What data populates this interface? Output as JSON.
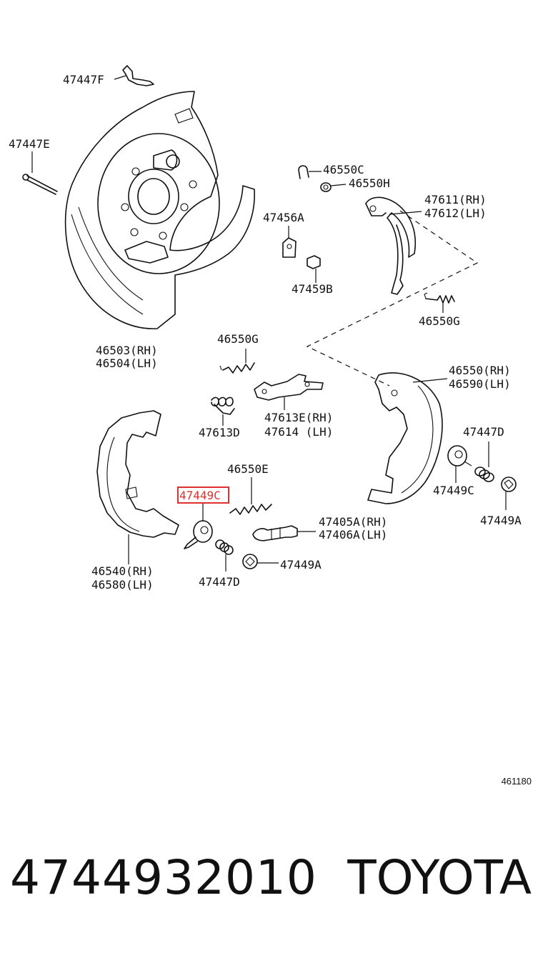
{
  "diagram": {
    "code": "461180",
    "highlight_color": "#e03030",
    "labels": {
      "l47447F": "47447F",
      "l47447E": "47447E",
      "l46503": "46503(RH)",
      "l46504": "46504(LH)",
      "l46550C": "46550C",
      "l46550H": "46550H",
      "l47456A": "47456A",
      "l47459B": "47459B",
      "l47611": "47611(RH)",
      "l47612": "47612(LH)",
      "l46550G_top": "46550G",
      "l46550G_mid": "46550G",
      "l46550RH": "46550(RH)",
      "l46590LH": "46590(LH)",
      "l47613E": "47613E(RH)",
      "l47614": "47614  (LH)",
      "l47613D": "47613D",
      "l47447D_right": "47447D",
      "l46550E": "46550E",
      "l47449C_box": "47449C",
      "l47449C_right": "47449C",
      "l47449A_right": "47449A",
      "l47405A": "47405A(RH)",
      "l47406A": "47406A(LH)",
      "l46540": "46540(RH)",
      "l46580": "46580(LH)",
      "l47447D_bottom": "47447D",
      "l47449A_bottom": "47449A"
    }
  },
  "footer": {
    "part_number": "4744932010",
    "brand": "TOYOTA"
  }
}
